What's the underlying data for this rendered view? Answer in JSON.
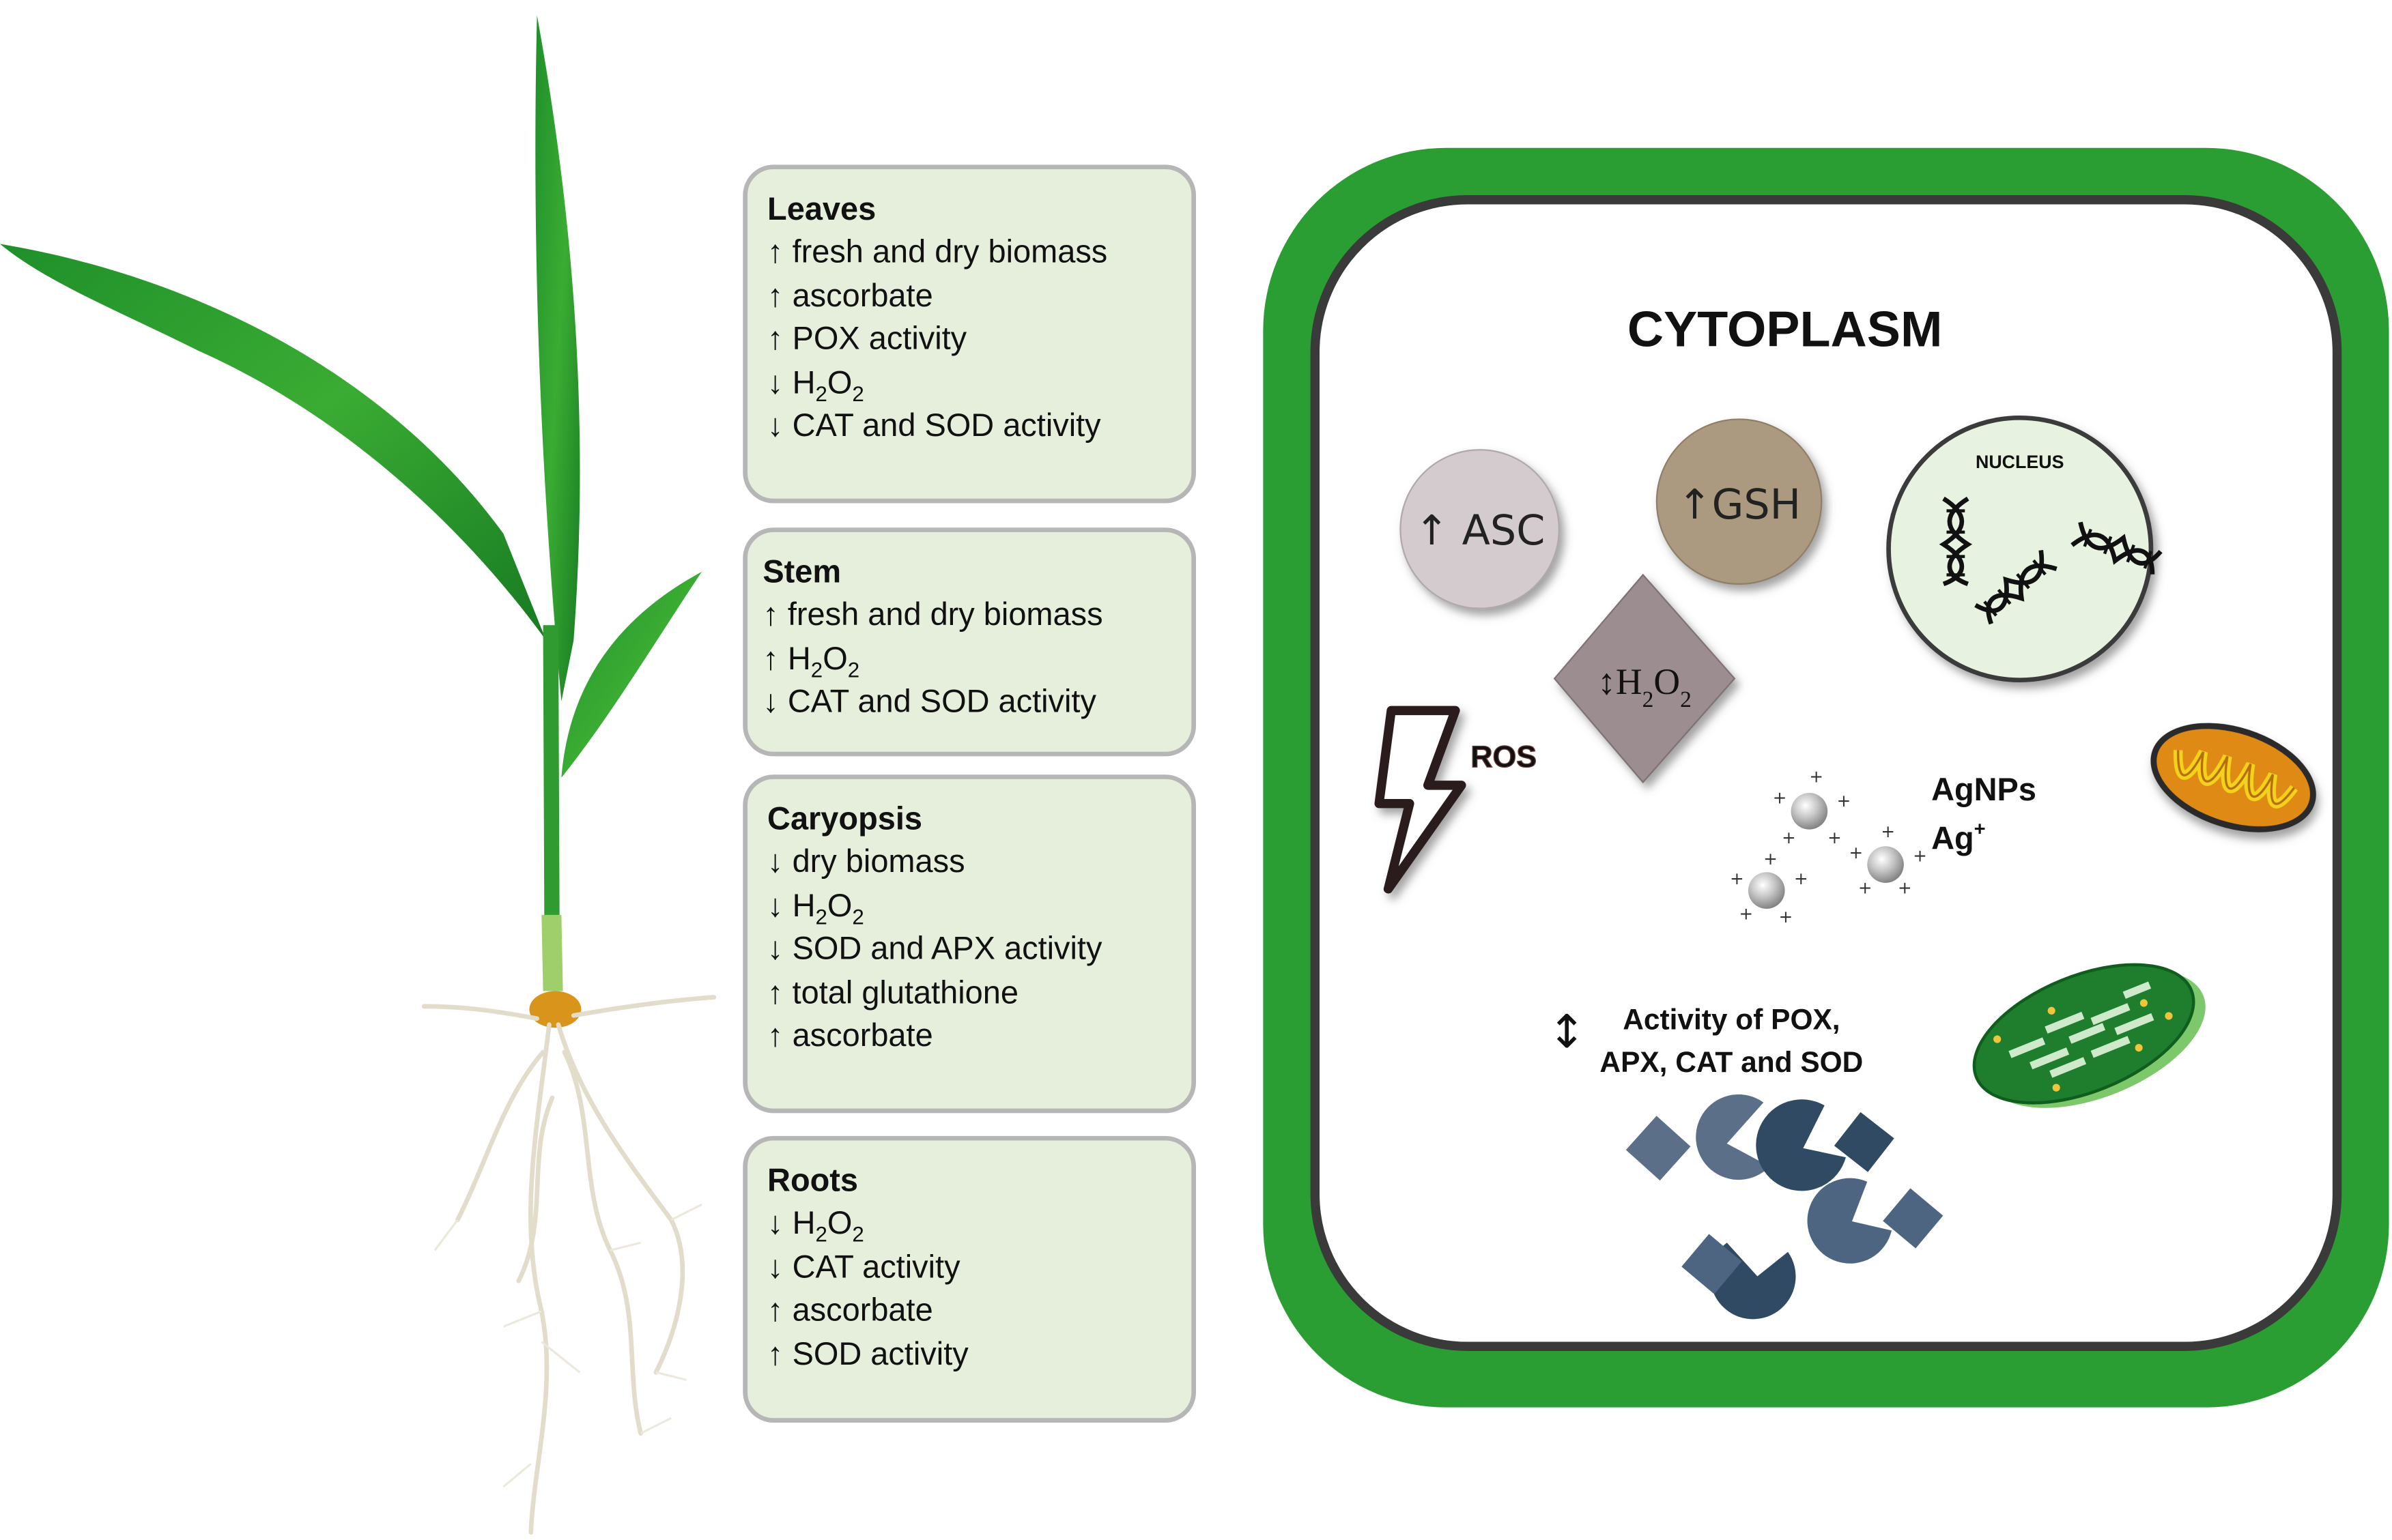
{
  "panels": [
    {
      "title": "Leaves",
      "lines": [
        {
          "arrow": "↑",
          "text": "fresh and dry biomass"
        },
        {
          "arrow": "↑",
          "text": "ascorbate"
        },
        {
          "arrow": "↑",
          "text": "POX activity"
        },
        {
          "arrow": "↓",
          "text": "H2O2"
        },
        {
          "arrow": "↓",
          "text": "CAT and SOD activity"
        }
      ]
    },
    {
      "title": "Stem",
      "lines": [
        {
          "arrow": "↑",
          "text": "fresh and dry biomass"
        },
        {
          "arrow": "↑",
          "text": "H2O2"
        },
        {
          "arrow": "↓",
          "text": "CAT and SOD activity"
        }
      ]
    },
    {
      "title": "Caryopsis",
      "lines": [
        {
          "arrow": "↓",
          "text": "dry biomass"
        },
        {
          "arrow": "↓",
          "text": "H2O2"
        },
        {
          "arrow": "↓",
          "text": "SOD and APX activity"
        },
        {
          "arrow": "↑",
          "text": "total glutathione"
        },
        {
          "arrow": "↑",
          "text": "ascorbate"
        }
      ]
    },
    {
      "title": "Roots",
      "lines": [
        {
          "arrow": "↓",
          "text": "H2O2"
        },
        {
          "arrow": "↓",
          "text": "CAT activity"
        },
        {
          "arrow": "↑",
          "text": "ascorbate"
        },
        {
          "arrow": "↑",
          "text": "SOD activity"
        }
      ]
    }
  ],
  "cell": {
    "title": "CYTOPLASM",
    "asc": "↑ ASC",
    "gsh": "↑GSH",
    "h2o2": {
      "arrow": "↕",
      "text": "H2O2"
    },
    "nucleus": "NUCLEUS",
    "ros": "ROS",
    "agnps": "AgNPs",
    "ag_ion": {
      "text": "Ag",
      "sup": "+"
    },
    "enzyme_arrow": "↕",
    "enzyme_line1": "Activity of POX,",
    "enzyme_line2": "APX, CAT and SOD"
  },
  "colors": {
    "panel_fill": "#e5efdc",
    "panel_border": "#b6b6b6",
    "cell_wall": "#2b9e33",
    "asc": "#d3cbcd",
    "gsh": "#ab9a80",
    "h2o2": "#9c8e90",
    "nucleus": "#e8f2e0",
    "enzyme": "#4d6580"
  },
  "icons": [
    "plant-illustration",
    "lightning-bolt-icon",
    "dna-icon",
    "silver-nanoparticle-icon",
    "mitochondrion-icon",
    "chloroplast-icon",
    "enzyme-pacman-icon"
  ]
}
